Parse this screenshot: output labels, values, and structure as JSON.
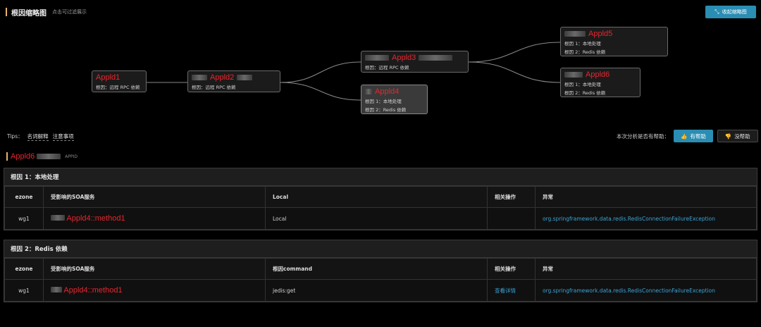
{
  "header": {
    "title": "根因缩略图",
    "subtitle": "点击可过滤展示",
    "collapse_label": "收起缩略图"
  },
  "graph": {
    "nodes": [
      {
        "id": "n1",
        "label": "Appld1",
        "lines": [
          "根因：远程 RPC 依赖"
        ]
      },
      {
        "id": "n2",
        "label": "Appld2",
        "lines": [
          "根因：远程 RPC 依赖"
        ]
      },
      {
        "id": "n3",
        "label": "Appld3",
        "lines": [
          "根因：远程 RPC 依赖"
        ]
      },
      {
        "id": "n4",
        "label": "Appld4",
        "lines": [
          "根因 1：本地处理",
          "根因 2：Redis 依赖"
        ]
      },
      {
        "id": "n5",
        "label": "Appld5",
        "lines": [
          "根因 1：本地处理",
          "根因 2：Redis 依赖"
        ]
      },
      {
        "id": "n6",
        "label": "Appld6",
        "lines": [
          "根因 1：本地处理",
          "根因 2：Redis 依赖"
        ]
      }
    ]
  },
  "tips": {
    "prefix": "Tips：",
    "glossary": "名词解释",
    "notes": "注意事项"
  },
  "feedback": {
    "question": "本次分析是否有帮助：",
    "yes": "有帮助",
    "no": "没帮助"
  },
  "app": {
    "label": "Appld6",
    "tag": "APPID"
  },
  "panels": [
    {
      "title": "根因 1：本地处理",
      "headers": [
        "ezone",
        "受影响的SOA服务",
        "Local",
        "相关操作",
        "异常"
      ],
      "rows": [
        {
          "ezone": "wg1",
          "service": "Appld4::method1",
          "col3": "Local",
          "action": "",
          "exception": "org.springframework.data.redis.RedisConnectionFailureException"
        }
      ]
    },
    {
      "title": "根因 2：Redis 依赖",
      "headers": [
        "ezone",
        "受影响的SOA服务",
        "根因command",
        "相关操作",
        "异常"
      ],
      "rows": [
        {
          "ezone": "wg1",
          "service": "Appld4::method1",
          "col3": "jedis:get",
          "action": "查看详情",
          "exception": "org.springframework.data.redis.RedisConnectionFailureException"
        }
      ]
    }
  ],
  "colors": {
    "accent": "#2a8db3",
    "marker": "#e8b36a",
    "annotation": "#e8262e",
    "link": "#3ba3d6"
  },
  "icons": {
    "collapse": "shrink-icon",
    "yes": "thumbs-up-icon",
    "no": "thumbs-down-icon"
  }
}
